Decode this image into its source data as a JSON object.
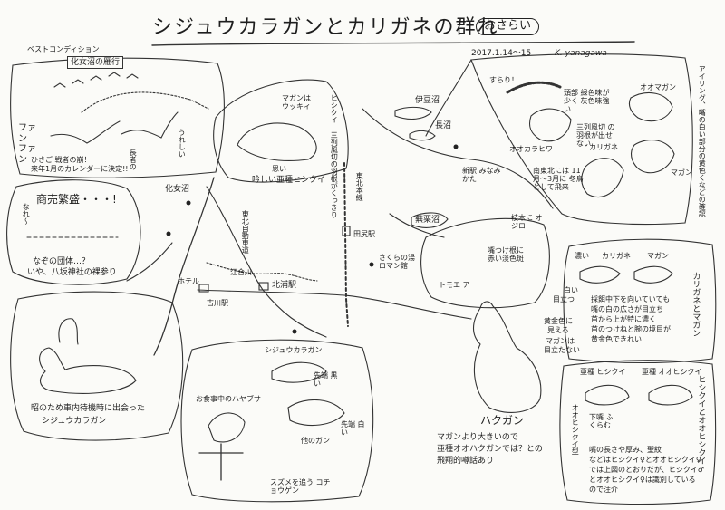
{
  "header": {
    "title": "シジュウカラガンとカリガネの群れ",
    "badge": "おさらい",
    "date": "2017.1.14～15",
    "author": "K. yanagawa"
  },
  "panel_kenuma": {
    "heading_prefix": "ベストコンディション",
    "heading": "化女沼の雁行",
    "caption_line1": "ひさご 戦者の崩！",
    "caption_line2": "来年1月のカレンダーに決定!!",
    "sound": "ファン ファン",
    "tag1": "うれしい",
    "tag2": "長者の"
  },
  "panel_festival": {
    "speech": "商売繁盛・・・!",
    "side": "なれ～",
    "caption_line1": "なぞの団体…？",
    "caption_line2": "いや、八坂神社の裸参り"
  },
  "panel_hishikui": {
    "bubble": "マガンは ウッキィ",
    "label": "吟しい亜種ヒシクイ",
    "side": "ヒシクイ 三列風切の羽根がくっきり",
    "small": "思い"
  },
  "map": {
    "kenuma": "化女沼",
    "line": "東北本線",
    "expressway": "東北自動車道",
    "tajiri": "田尻駅",
    "hotel": "ホテル",
    "furukawa": "古川駅",
    "kitaura": "北浦駅",
    "eai": "江合川",
    "izunuma": "伊豆沼",
    "naganuma": "長沼",
    "minamikata": "新駅 みなみかた",
    "kabukurinuma": "蕪栗沼",
    "sakura": "さくらの湯 ロマン館"
  },
  "panel_canada": {
    "caption_line1": "昭のため車内待機時に出会った",
    "caption_line2": "シジュウカラガン"
  },
  "panel_gangs": {
    "title": "シジュウカラガン",
    "left": "お食事中のハヤブサ",
    "tip_black": "先端 黒い",
    "tip_white": "先端 白い",
    "other": "他のガン",
    "footer": "スズメを追う コチョウゲン"
  },
  "panel_sparrow": {
    "label1": "枝木に オジロ",
    "label2": "嘴つけ根に 赤い淡色斑",
    "label3": "トモエ ア"
  },
  "hakugan": {
    "name": "ハクガン",
    "note_line1": "マガンより大きいので",
    "note_line2": "亜種オオハクガンでは？との",
    "note_line3": "飛翔的噂話あり"
  },
  "birds_top": {
    "tag": "すらり！",
    "head": "頭部 緑色味が少く 灰色味強い",
    "wing": "三列風切 の羽根が出せない",
    "okarahiwa": "オオカラヒワ",
    "okarahiwa_note": "南東北には 11月～3月に 冬鳥として飛来",
    "karigane": "カリガネ",
    "omagan": "オオマガン",
    "magan": "マガン",
    "right_note": "アイリング、嘴の白い部分の黄色くなどの確認"
  },
  "panel_karigane": {
    "label_tan": "濃い",
    "label_k": "カリガネ",
    "label_m": "マガン",
    "label_hai": "白い",
    "label_mimi": "目立つ",
    "body1": "採餌中下を向いていても",
    "body2": "嘴の白の広さが目立ち",
    "body3": "首から上が特に濃く",
    "body4": "首のつけねと腕の境目が",
    "body5": "黄金色できれい",
    "left1": "黄金色に",
    "left2": "見える",
    "left3": "マガンは",
    "left4": "目立たない",
    "vertical": "カリガネとマガン"
  },
  "panel_hishi": {
    "h1": "亜種 ヒシクイ",
    "h2": "亜種 オオヒシクイ",
    "label_lower": "下嘴 ふくらむ",
    "label_side": "オオヒシクイ型",
    "body1": "嘴の長さや厚み、聖紋",
    "body2": "などはヒシクイ♀とオオヒシクイ♀",
    "body3": "では上図のとおりだが、ヒシクイ♂",
    "body4": "とオオヒシクイ♀は識別している",
    "body5": "ので注介",
    "vertical": "ヒシクイとオオヒシクイ"
  }
}
